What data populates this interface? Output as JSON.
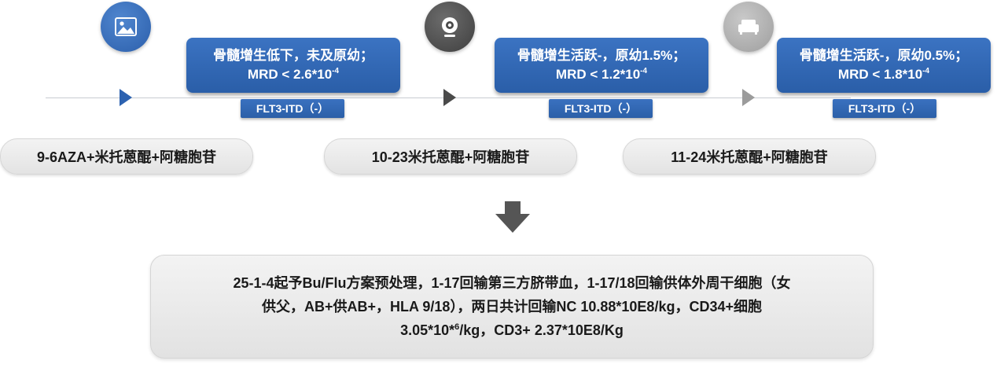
{
  "timeline": [
    {
      "icon": "image-icon",
      "results": {
        "line1": "骨髓增生低下，未及原幼；",
        "line2_prefix": "MRD < 2.6*10",
        "line2_exp": "-4"
      },
      "tag": "FLT3-ITD（-）",
      "regimen": "9-6AZA+米托蒽醌+阿糖胞苷"
    },
    {
      "icon": "webcam-icon",
      "results": {
        "line1": "骨髓增生活跃-，原幼1.5%；",
        "line2_prefix": "MRD < 1.2*10",
        "line2_exp": "-4"
      },
      "tag": "FLT3-ITD（-）",
      "regimen": "10-23米托蒽醌+阿糖胞苷"
    },
    {
      "icon": "sofa-icon",
      "results": {
        "line1": "骨髓增生活跃-，原幼0.5%；",
        "line2_prefix": "MRD < 1.8*10",
        "line2_exp": "-4"
      },
      "tag": "FLT3-ITD（-）",
      "regimen": "11-24米托蒽醌+阿糖胞苷"
    }
  ],
  "summary": {
    "line1": "25-1-4起予Bu/Flu方案预处理，1-17回输第三方脐带血，1-17/18回输供体外周干细胞（女",
    "line2": "供父，AB+供AB+，HLA 9/18），两日共计回输NC 10.88*10E8/kg，CD34+细胞",
    "line3_prefix": "3.05*10*",
    "line3_exp": "6",
    "line3_suffix": "/kg，CD3+ 2.37*10E8/Kg"
  },
  "colors": {
    "accent_blue": "#2c62b0",
    "dark_gray": "#4a4a4a",
    "light_gray": "#9b9b9b"
  }
}
